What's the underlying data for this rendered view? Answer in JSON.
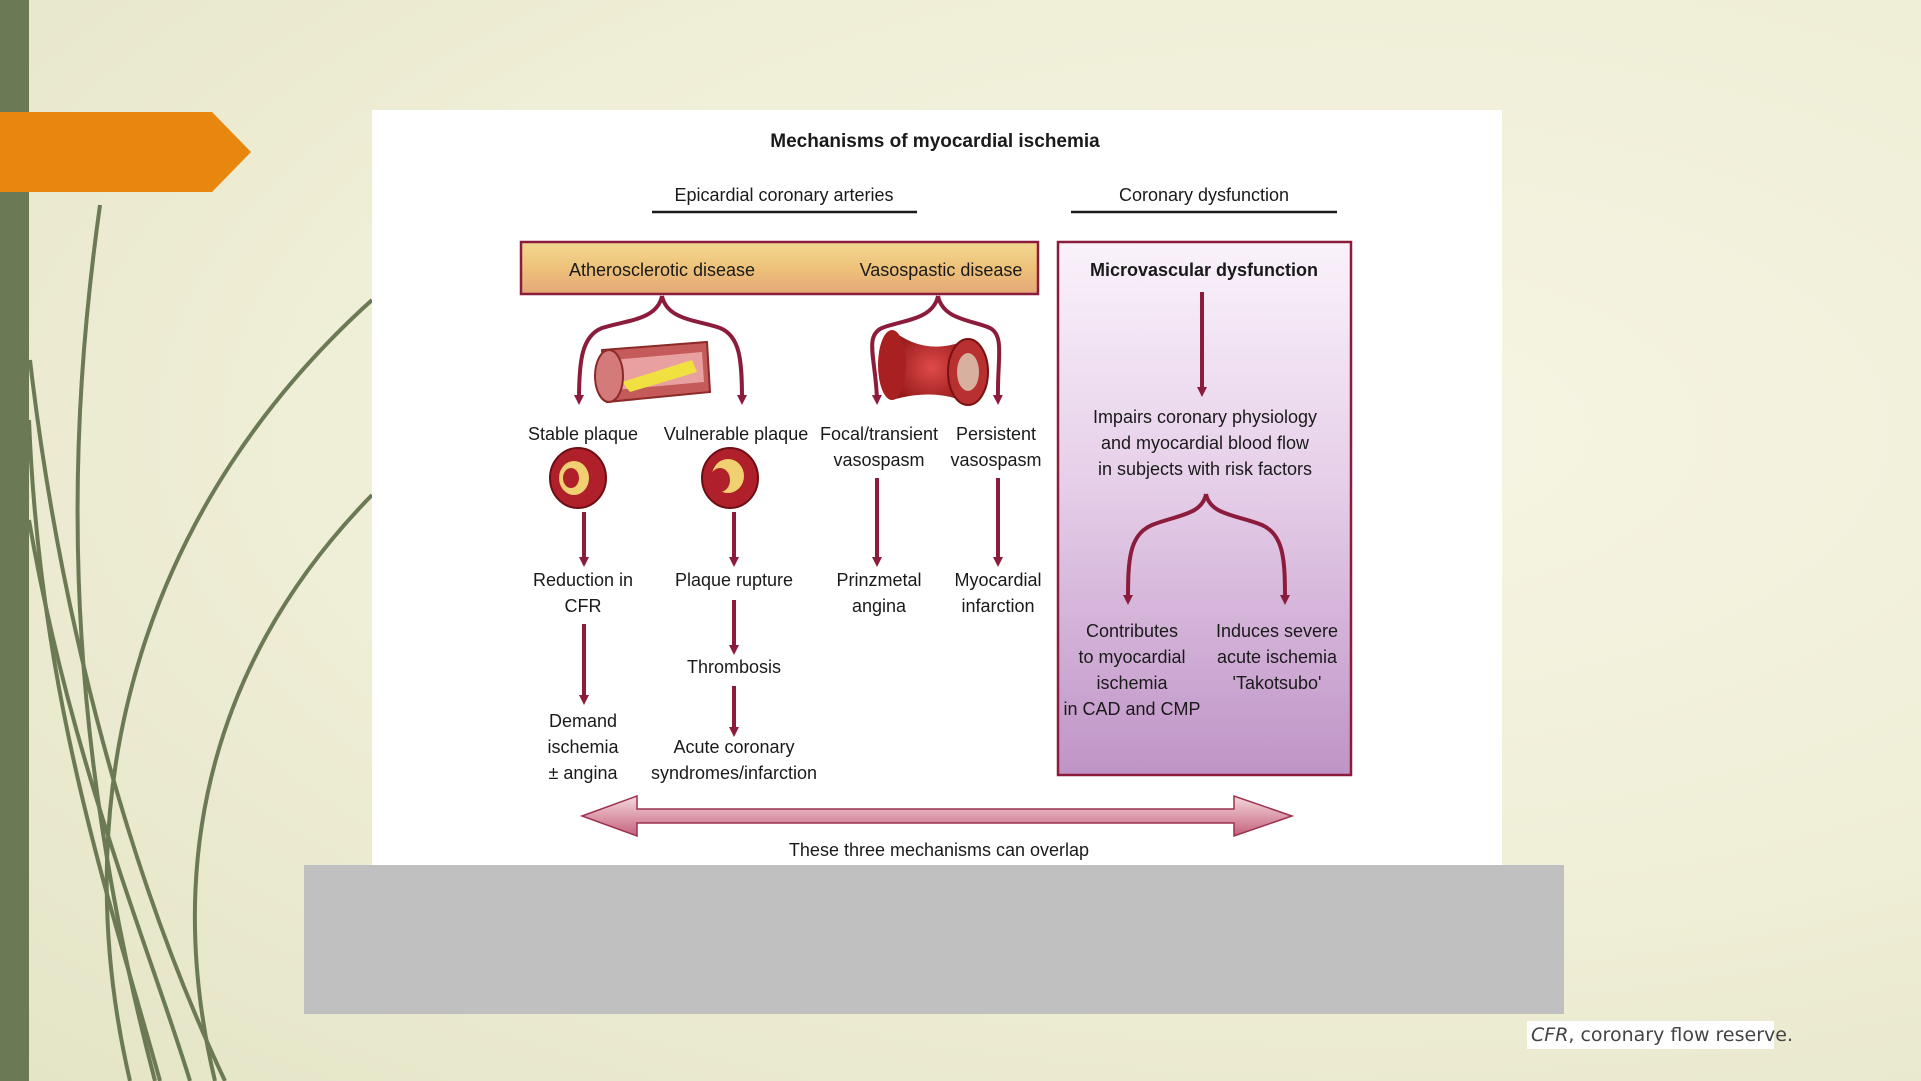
{
  "figure": {
    "title": "Mechanisms of myocardial ischemia",
    "header_left": "Epicardial coronary arteries",
    "header_right": "Coronary dysfunction",
    "band_left": "Atherosclerotic disease",
    "band_right": "Vasospastic disease",
    "micro_title": "Microvascular dysfunction",
    "stable_plaque": "Stable plaque",
    "vulnerable_plaque": "Vulnerable plaque",
    "focal": [
      "Focal/transient",
      "vasospasm"
    ],
    "persistent": [
      "Persistent",
      "vasospasm"
    ],
    "reduction": [
      "Reduction in",
      "CFR"
    ],
    "plaque_rupture": "Plaque rupture",
    "thrombosis": "Thrombosis",
    "prinzmetal": [
      "Prinzmetal",
      "angina"
    ],
    "mi": [
      "Myocardial",
      "infarction"
    ],
    "demand": [
      "Demand",
      "ischemia",
      "± angina"
    ],
    "acs": [
      "Acute coronary",
      "syndromes/infarction"
    ],
    "impairs": [
      "Impairs coronary physiology",
      "and myocardial blood flow",
      "in subjects with risk factors"
    ],
    "contributes": [
      "Contributes",
      "to myocardial",
      "ischemia",
      "in CAD and CMP"
    ],
    "induces": [
      "Induces severe",
      "acute ischemia",
      "'Takotsubo'"
    ],
    "overlap": "These three mechanisms can overlap"
  },
  "footnote": {
    "abbr": "CFR",
    "text": ", coronary flow reserve."
  },
  "colors": {
    "arrow": "#8c1c3c",
    "band_fill": "#e8b870",
    "micro_fill": "#c9a0cf",
    "orange": "#e8870f",
    "sidebar": "#6b7a55"
  }
}
